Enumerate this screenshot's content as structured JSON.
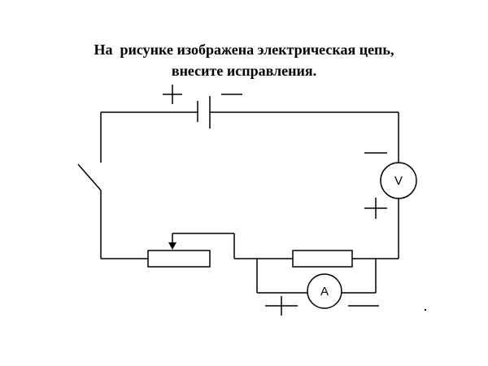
{
  "title": {
    "line1": "На  рисунке изображена электрическая цепь,",
    "line2": "внесите исправления."
  },
  "meters": {
    "voltmeter": "V",
    "ammeter": "A"
  }
}
